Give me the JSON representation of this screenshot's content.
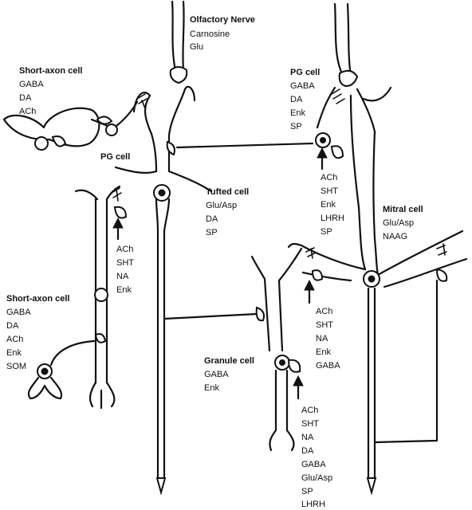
{
  "labels": {
    "olfactory_nerve": {
      "title": "Olfactory Nerve",
      "items": [
        "Carnosine",
        "Glu"
      ]
    },
    "short_axon_top": {
      "title": "Short-axon cell",
      "items": [
        "GABA",
        "DA",
        "ACh"
      ]
    },
    "pg_cell_left": {
      "title": "PG cell"
    },
    "pg_cell_right": {
      "title": "PG cell",
      "items": [
        "GABA",
        "DA",
        "Enk",
        "SP"
      ]
    },
    "tufted_cell": {
      "title": "Tufted cell",
      "items": [
        "Glu/Asp",
        "DA",
        "SP"
      ]
    },
    "pg_inputs": {
      "items": [
        "ACh",
        "SHT",
        "Enk",
        "LHRH",
        "SP"
      ]
    },
    "mitral_cell": {
      "title": "Mitral cell",
      "items": [
        "Glu/Asp",
        "NAAG"
      ]
    },
    "left_inputs": {
      "items": [
        "ACh",
        "SHT",
        "NA",
        "Enk"
      ]
    },
    "short_axon_bottom": {
      "title": "Short-axon cell",
      "items": [
        "GABA",
        "DA",
        "ACh",
        "Enk",
        "SOM"
      ]
    },
    "mid_inputs": {
      "items": [
        "ACh",
        "SHT",
        "NA",
        "Enk",
        "GABA"
      ]
    },
    "granule_cell": {
      "title": "Granule cell",
      "items": [
        "GABA",
        "Enk"
      ]
    },
    "granule_inputs": {
      "items": [
        "ACh",
        "SHT",
        "NA",
        "DA",
        "GABA",
        "Glu/Asp",
        "SP",
        "LHRH"
      ]
    }
  }
}
